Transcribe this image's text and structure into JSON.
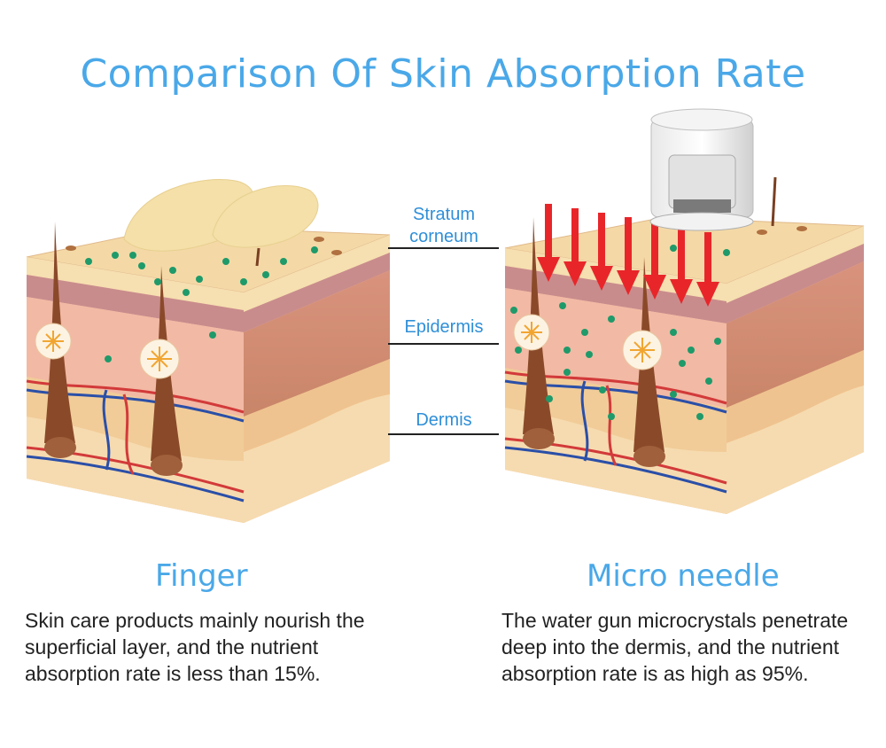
{
  "title": "Comparison Of Skin Absorption Rate",
  "layers": {
    "stratum": "Stratum corneum",
    "epidermis": "Epidermis",
    "dermis": "Dermis"
  },
  "left": {
    "heading": "Finger",
    "description": "Skin care products mainly nourish the superficial layer, and the nutrient absorption rate is less than 15%."
  },
  "right": {
    "heading": "Micro needle",
    "description": "The water gun microcrystals penetrate deep into the dermis, and the nutrient absorption rate is as high as 95%."
  },
  "colors": {
    "title": "#4aa8e8",
    "label": "#2f8fd8",
    "arrow": "#e8262a",
    "dot": "#1f9a6a",
    "skin_top": "#f6dfb0",
    "epidermis": "#f2b9a4",
    "dermis": "#efc38f"
  }
}
